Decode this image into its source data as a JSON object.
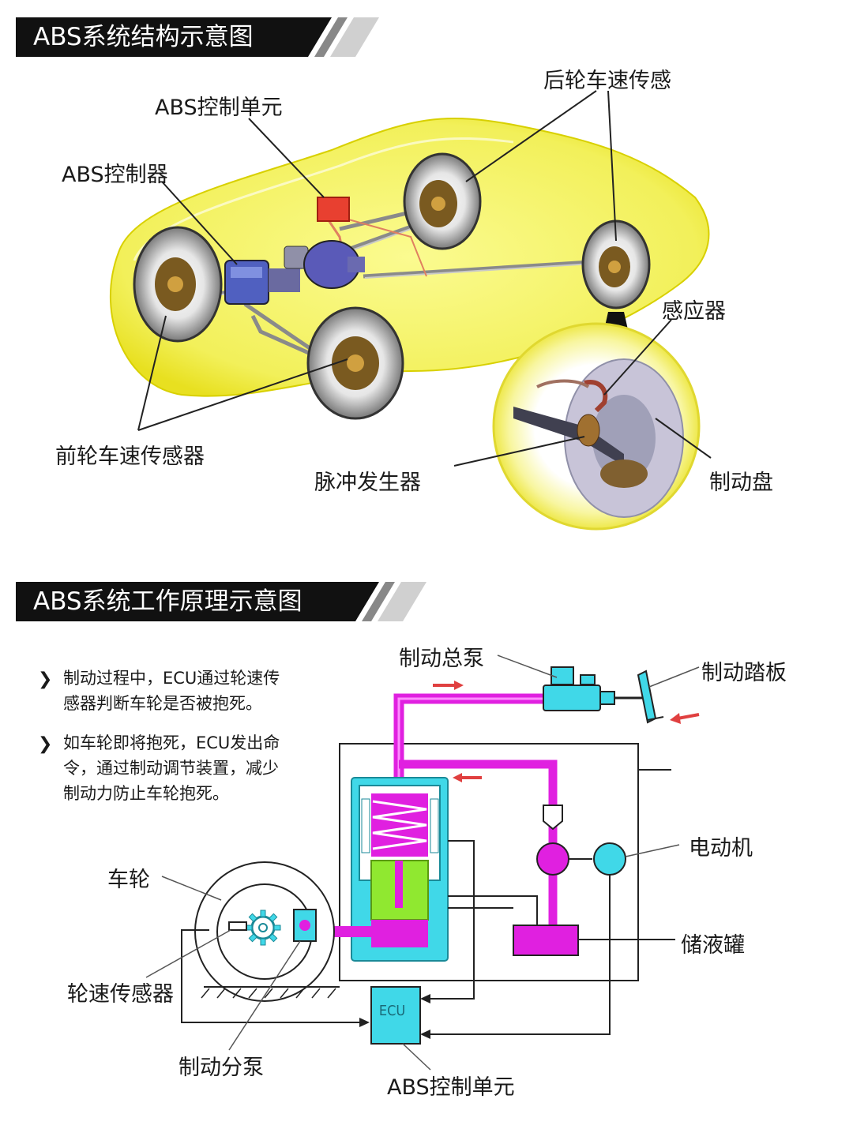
{
  "section1": {
    "title": "ABS系统结构示意图",
    "labels": {
      "abs_control_unit": "ABS控制单元",
      "abs_controller": "ABS控制器",
      "rear_wheel_sensor": "后轮车速传感",
      "inductor": "感应器",
      "front_wheel_sensor": "前轮车速传感器",
      "pulse_generator": "脉冲发生器",
      "brake_disc": "制动盘"
    }
  },
  "section2": {
    "title": "ABS系统工作原理示意图",
    "notes": [
      {
        "line1": "制动过程中，ECU通过轮速传",
        "line2": "感器判断车轮是否被抱死。"
      },
      {
        "line1": "如车轮即将抱死，ECU发出命",
        "line2": "令，通过制动调节装置，减少",
        "line3": "制动力防止车轮抱死。"
      }
    ],
    "labels": {
      "master_cylinder": "制动总泵",
      "brake_pedal": "制动踏板",
      "motor": "电动机",
      "reservoir": "储液罐",
      "wheel": "车轮",
      "wheel_speed_sensor": "轮速传感器",
      "wheel_cylinder": "制动分泵",
      "abs_control_unit": "ABS控制单元",
      "ecu": "ECU"
    }
  },
  "colors": {
    "car_body": "#f2f05a",
    "brake_line_magenta": "#e020e0",
    "cyan": "#40d8e8",
    "green": "#90e830",
    "red_box": "#e84030",
    "banner": "#111111"
  }
}
